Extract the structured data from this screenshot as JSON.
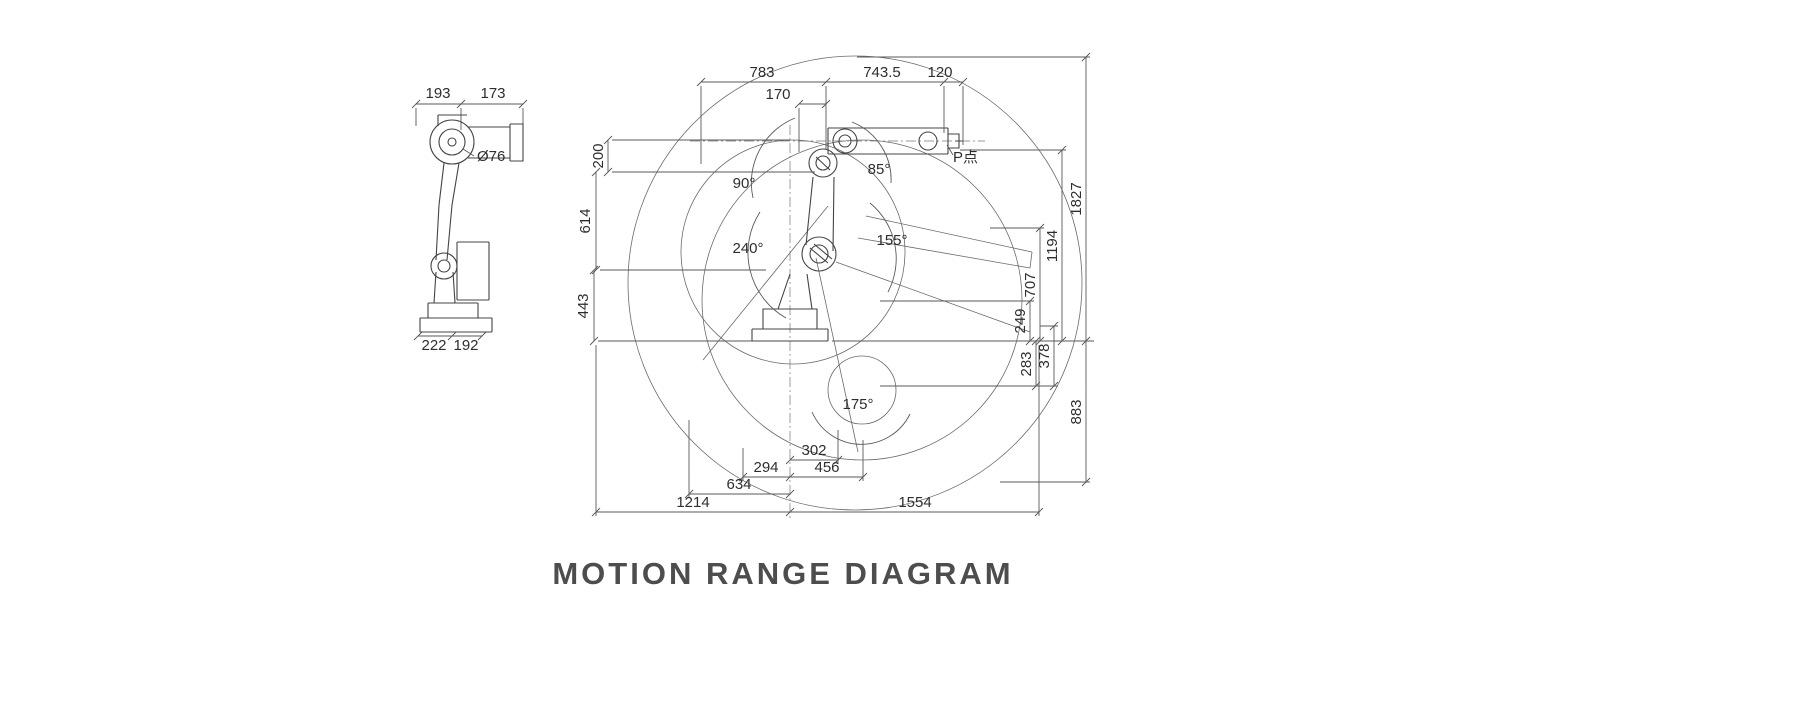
{
  "title": "MOTION RANGE DIAGRAM",
  "colors": {
    "background": "#ffffff",
    "line": "#555555",
    "text": "#2e2e2e",
    "title": "#4d4d4d"
  },
  "side_view": {
    "dim_193": "193",
    "dim_173": "173",
    "dia_label": "Ø76",
    "dim_222": "222",
    "dim_192": "192"
  },
  "main_view": {
    "dim_783": "783",
    "dim_743_5": "743.5",
    "dim_120": "120",
    "dim_170": "170",
    "dim_200": "200",
    "dim_614": "614",
    "dim_443": "443",
    "angle_90": "90°",
    "angle_85": "85°",
    "angle_240": "240°",
    "angle_155": "155°",
    "angle_175": "175°",
    "p_point": "P点",
    "dim_1827": "1827",
    "dim_1194": "1194",
    "dim_707": "707",
    "dim_249": "249",
    "dim_283": "283",
    "dim_378": "378",
    "dim_883": "883",
    "dim_302": "302",
    "dim_294": "294",
    "dim_456": "456",
    "dim_634": "634",
    "dim_1214": "1214",
    "dim_1554": "1554"
  }
}
